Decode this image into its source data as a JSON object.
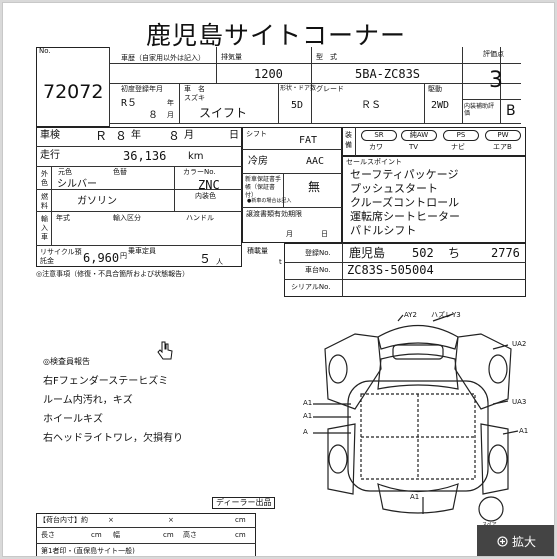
{
  "title": "鹿児島サイトコーナー",
  "lot": {
    "number": "72072",
    "label": "No."
  },
  "header": {
    "chassis_label": "車歴（自家用以外は記入）",
    "displacement_label": "排気量",
    "displacement": "1200",
    "model_label": "型　式",
    "model": "5BA-ZC83S",
    "grade_label": "評価点",
    "grade": "3",
    "first_reg_label": "初度登録年月",
    "first_reg_era": "R５",
    "first_reg_month": "８",
    "year_unit": "年",
    "month_unit": "月",
    "name_label": "車　名",
    "maker": "スズキ",
    "car_name": "スイフト",
    "shape_label": "形状・ドア数",
    "doors": "5D",
    "grade_name_label": "グレード",
    "grade_name": "ＲＳ",
    "drive_label": "駆動",
    "drive": "2WD",
    "interior_label": "内装補助評価",
    "interior": "B"
  },
  "left": {
    "inspection_label": "車検",
    "inspection_era": "Ｒ",
    "inspection_year": "８",
    "inspection_month": "８",
    "day_unit": "日",
    "mileage_label": "走行",
    "mileage": "36,136",
    "mileage_unit": "km",
    "outside_label": "外色",
    "orig_color_label": "元色",
    "color_label": "色替",
    "color": "シルバー",
    "color_no_label": "カラーNo.",
    "color_no": "ZNC",
    "fuel_label": "燃料",
    "fuel": "ガソリン",
    "interior_color_label": "内装色",
    "import_label": "輸入車",
    "year_label": "年式",
    "import_cat_label": "輸入区分",
    "handle_label": "ハンドル",
    "recycle_label": "リサイクル預託金",
    "recycle": "6,960",
    "yen": "円",
    "capacity_label": "乗車定員",
    "capacity": "５",
    "person": "人",
    "load_label": "積載量",
    "ton": "t"
  },
  "right": {
    "shift_label": "シフト",
    "shift": "FAT",
    "ac_label": "冷房",
    "ac": "AAC",
    "new_car_label": "新車保証書手帳（保証書付）",
    "new_car": "無",
    "new_car_note": "●新車の場合は記入",
    "valid_label": "譲渡書類有効期限",
    "month_unit": "月",
    "day_unit": "日",
    "equip_label": "装備",
    "equip": [
      "SR",
      "純AW",
      "PS",
      "PW",
      "革",
      "TV",
      "ナビ",
      "エアB"
    ],
    "equip_row2": [
      "カワ",
      "TV",
      "ナビ",
      "エアB"
    ],
    "selling_label": "セールスポイント",
    "selling_points": [
      "セーフティパッケージ",
      "プッシュスタート",
      "クルーズコントロール",
      "運転席シートヒーター",
      "パドルシフト"
    ],
    "reg_label": "登録No.",
    "reg_place": "鹿児島",
    "reg_class": "502",
    "reg_kana": "ち",
    "reg_no": "2776",
    "frame_label": "車台No.",
    "frame": "ZC83S-505004",
    "serial_label": "シリアルNo."
  },
  "notes_label": "◎注意事項（修復・不具合箇所および状態報告）",
  "inspector": {
    "label": "◎検査員報告",
    "lines": [
      "右Fフェンダーステーヒズミ",
      "ルーム内汚れ，キズ",
      "ホイールキズ",
      "右ヘッドライトワレ，欠損有り"
    ]
  },
  "diagram": {
    "marks": [
      "AY2",
      "ハズレY3",
      "UA2",
      "A1",
      "A1",
      "A",
      "UA3",
      "A1",
      "A1"
    ],
    "spare": "スペア"
  },
  "dealer": "ディーラー出品",
  "bottom": {
    "cargo_label": "【荷台内寸】約",
    "length_label": "長さ",
    "width_label": "幅",
    "height_label": "高さ",
    "cm": "cm",
    "x": "×",
    "row3": "第1者印・(直保島サイト一般)"
  },
  "zoom": {
    "label": "拡大",
    "icon": "zoom-plus-icon"
  },
  "colors": {
    "ink": "#111111",
    "zoom_bg": "#444444"
  }
}
